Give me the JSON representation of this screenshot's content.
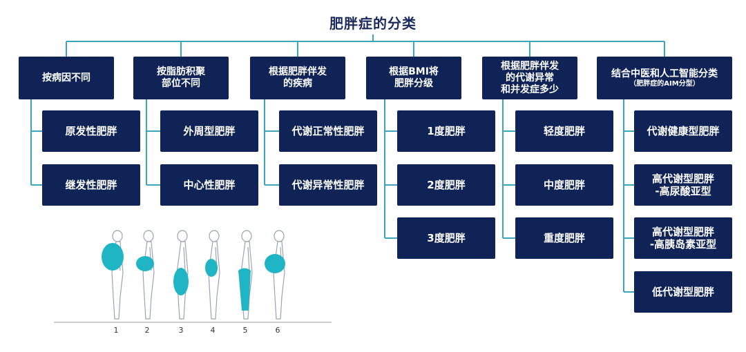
{
  "title": "肥胖症的分类",
  "categories": [
    {
      "label": "按病因不同",
      "items": [
        "原发性肥胖",
        "继发性肥胖"
      ]
    },
    {
      "label": "按脂肪积聚\n部位不同",
      "items": [
        "外周型肥胖",
        "中心性肥胖"
      ]
    },
    {
      "label": "根据肥胖伴发\n的疾病",
      "items": [
        "代谢正常性肥胖",
        "代谢异常性肥胖"
      ]
    },
    {
      "label": "根据BMI将\n肥胖分级",
      "items": [
        "1度肥胖",
        "2度肥胖",
        "3度肥胖"
      ]
    },
    {
      "label": "根据肥胖伴发\n的代谢异常\n和并发症多少",
      "items": [
        "轻度肥胖",
        "中度肥胖",
        "重度肥胖"
      ]
    },
    {
      "label": "结合中医和人工智能分类",
      "sublabel": "（肥胖症的AIM分型）",
      "items": [
        "代谢健康型肥胖",
        "高代谢型肥胖\n-高尿酸亚型",
        "高代谢型肥胖\n-高胰岛素亚型",
        "低代谢型肥胖"
      ]
    }
  ],
  "figures": {
    "numbers": [
      "1",
      "2",
      "3",
      "4",
      "5",
      "6"
    ]
  },
  "colors": {
    "box": "#0f2357",
    "line": "#3aa6b9",
    "accent": "#1fb5c4"
  }
}
